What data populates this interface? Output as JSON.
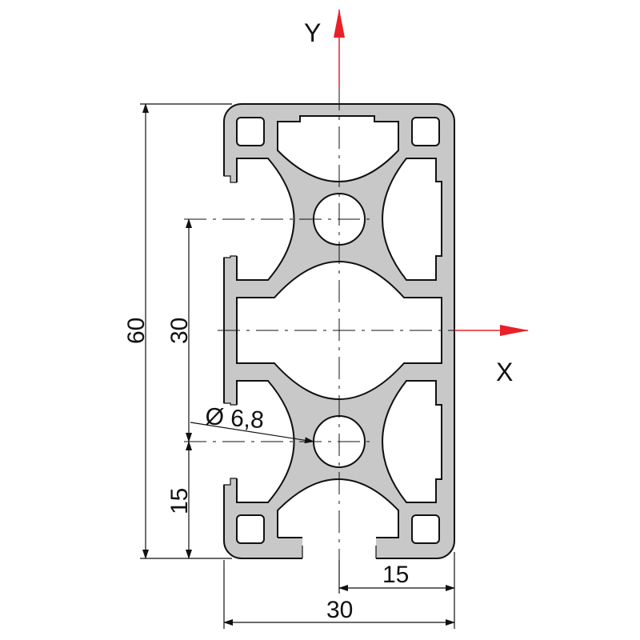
{
  "axes": {
    "y_label": "Y",
    "x_label": "X",
    "axis_color": "#e8202a"
  },
  "dimensions": {
    "height_total": "60",
    "hole_spacing": "30",
    "hole_offset": "15",
    "width_total": "30",
    "width_half": "15",
    "hole_diameter": "Ø 6,8"
  },
  "colors": {
    "profile_fill": "#c8c8c8",
    "outline": "#111111"
  }
}
